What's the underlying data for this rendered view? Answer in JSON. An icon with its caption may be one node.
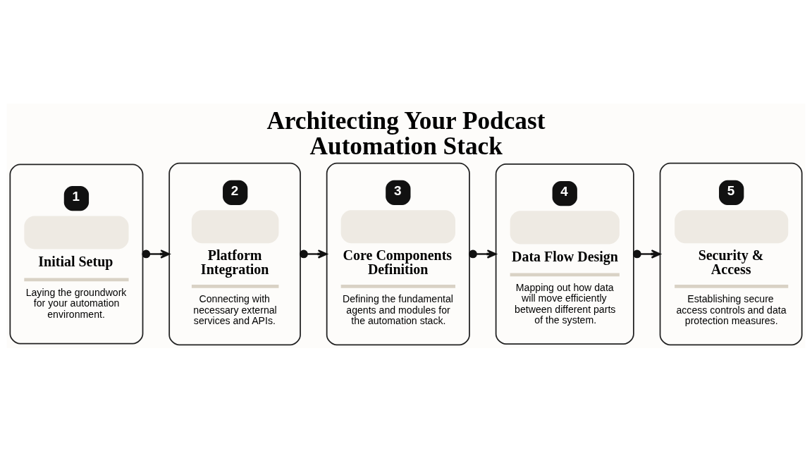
{
  "diagram": {
    "title": "Architecting Your Podcast Automation Stack",
    "nodes": [
      {
        "text": [
          "1",
          "Initial Setup",
          "Laying the groundwork for your automation environment."
        ]
      },
      {
        "text": [
          "2",
          "Platform Integration",
          "Connecting with necessary external services and APIs."
        ]
      },
      {
        "text": [
          "3",
          "Core Components Definition",
          "Defining the fundamental agents and modules for the automation stack."
        ]
      },
      {
        "text": [
          "4",
          "Data Flow Design",
          "Mapping out how data will move efficiently between different parts of the system."
        ]
      },
      {
        "text": [
          "5",
          "Security & Access",
          "Establishing secure access controls and data protection measures."
        ]
      }
    ],
    "edges": [
      {
        "from": 0,
        "to": 1,
        "arrow": "to"
      },
      {
        "from": 1,
        "to": 2,
        "arrow": "to"
      },
      {
        "from": 2,
        "to": 3,
        "arrow": "to"
      },
      {
        "from": 3,
        "to": 4,
        "arrow": "to"
      }
    ]
  }
}
